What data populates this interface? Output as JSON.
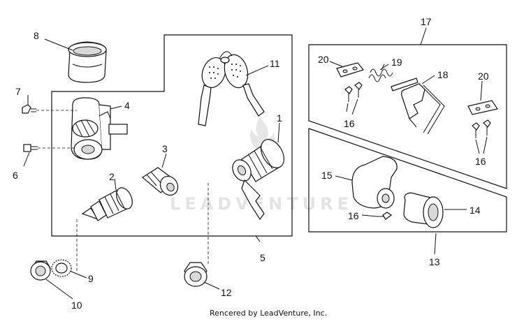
{
  "watermark": "LEADVENTURE",
  "credit": "Rencered by LeadVenture, Inc.",
  "callouts": {
    "c1": "1",
    "c2": "2",
    "c3": "3",
    "c4": "4",
    "c5": "5",
    "c6": "6",
    "c7": "7",
    "c8": "8",
    "c9": "9",
    "c10": "10",
    "c11": "11",
    "c12": "12",
    "c13": "13",
    "c14": "14",
    "c15": "15",
    "c16a": "16",
    "c16b": "16",
    "c16c": "16",
    "c17": "17",
    "c18": "18",
    "c19": "19",
    "c20a": "20",
    "c20b": "20"
  }
}
